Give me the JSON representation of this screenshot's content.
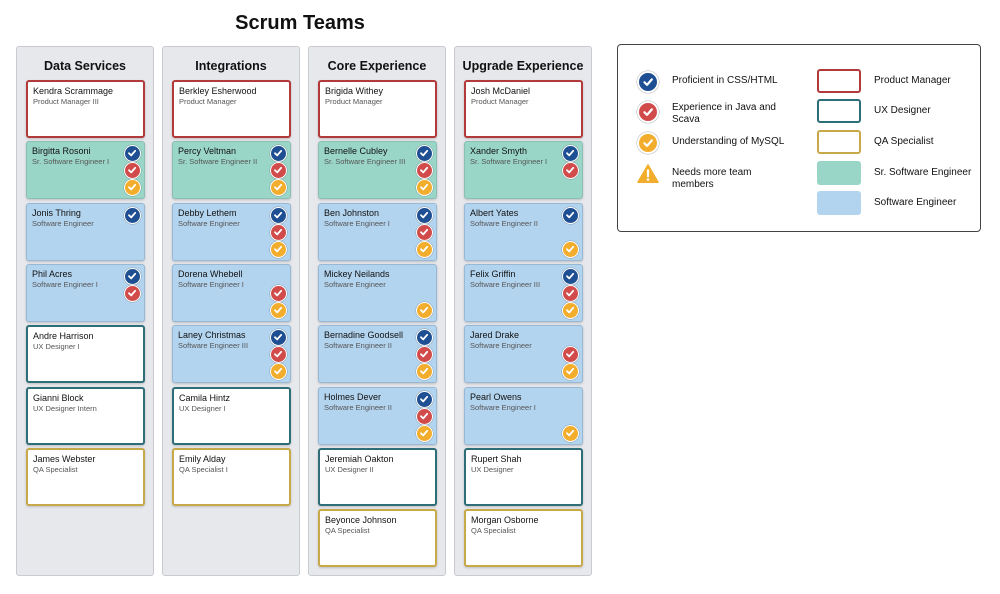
{
  "title": "Scrum Teams",
  "teams": [
    {
      "name": "Data Services",
      "members": [
        {
          "name": "Kendra Scrammage",
          "title": "Product Manager III",
          "role": "pm",
          "skills": []
        },
        {
          "name": "Birgitta Rosoni",
          "title": "Sr. Software Engineer I",
          "role": "sse",
          "skills": [
            "css",
            "java",
            "mysql"
          ]
        },
        {
          "name": "Jonis Thring",
          "title": "Software Engineer",
          "role": "se",
          "skills": [
            "css"
          ]
        },
        {
          "name": "Phil Acres",
          "title": "Software Engineer I",
          "role": "se",
          "skills": [
            "css",
            "java"
          ]
        },
        {
          "name": "Andre Harrison",
          "title": "UX Designer I",
          "role": "ux",
          "skills": []
        },
        {
          "name": "Gianni Block",
          "title": "UX Designer Intern",
          "role": "ux",
          "skills": []
        },
        {
          "name": "James Webster",
          "title": "QA Specialist",
          "role": "qa",
          "skills": []
        }
      ]
    },
    {
      "name": "Integrations",
      "members": [
        {
          "name": "Berkley Esherwood",
          "title": "Product Manager",
          "role": "pm",
          "skills": []
        },
        {
          "name": "Percy Veltman",
          "title": "Sr. Software Engineer II",
          "role": "sse",
          "skills": [
            "css",
            "java",
            "mysql"
          ]
        },
        {
          "name": "Debby Lethem",
          "title": "Software Engineer",
          "role": "se",
          "skills": [
            "css",
            "java",
            "mysql"
          ]
        },
        {
          "name": "Dorena Whebell",
          "title": "Software Engineer I",
          "role": "se",
          "skills": [
            "java",
            "mysql"
          ]
        },
        {
          "name": "Laney Christmas",
          "title": "Software Engineer III",
          "role": "se",
          "skills": [
            "css",
            "java",
            "mysql"
          ]
        },
        {
          "name": "Camila Hintz",
          "title": "UX Designer I",
          "role": "ux",
          "skills": []
        },
        {
          "name": "Emily Alday",
          "title": "QA Specialist I",
          "role": "qa",
          "skills": []
        }
      ]
    },
    {
      "name": "Core Experience",
      "members": [
        {
          "name": "Brigida Withey",
          "title": "Product Manager",
          "role": "pm",
          "skills": []
        },
        {
          "name": "Bernelle Cubley",
          "title": "Sr. Software Engineer III",
          "role": "sse",
          "skills": [
            "css",
            "java",
            "mysql"
          ]
        },
        {
          "name": "Ben Johnston",
          "title": "Software Engineer I",
          "role": "se",
          "skills": [
            "css",
            "java",
            "mysql"
          ]
        },
        {
          "name": "Mickey Neilands",
          "title": "Software Engineer",
          "role": "se",
          "skills": [
            "mysql"
          ]
        },
        {
          "name": "Bernadine Goodsell",
          "title": "Software Engineer II",
          "role": "se",
          "skills": [
            "css",
            "java",
            "mysql"
          ]
        },
        {
          "name": "Holmes Dever",
          "title": "Software Engineer II",
          "role": "se",
          "skills": [
            "css",
            "java",
            "mysql"
          ]
        },
        {
          "name": "Jeremiah Oakton",
          "title": "UX Designer II",
          "role": "ux",
          "skills": []
        },
        {
          "name": "Beyonce Johnson",
          "title": "QA Specialist",
          "role": "qa",
          "skills": []
        }
      ]
    },
    {
      "name": "Upgrade Experience",
      "members": [
        {
          "name": "Josh McDaniel",
          "title": "Product Manager",
          "role": "pm",
          "skills": []
        },
        {
          "name": "Xander Smyth",
          "title": "Sr. Software Engineer I",
          "role": "sse",
          "skills": [
            "css",
            "java"
          ]
        },
        {
          "name": "Albert Yates",
          "title": "Software Engineer II",
          "role": "se",
          "skills": [
            "css",
            "mysql"
          ]
        },
        {
          "name": "Felix Griffin",
          "title": "Software Engineer III",
          "role": "se",
          "skills": [
            "css",
            "java",
            "mysql"
          ]
        },
        {
          "name": "Jared Drake",
          "title": "Software Engineer",
          "role": "se",
          "skills": [
            "java",
            "mysql"
          ]
        },
        {
          "name": "Pearl Owens",
          "title": "Software Engineer I",
          "role": "se",
          "skills": [
            "mysql"
          ]
        },
        {
          "name": "Rupert Shah",
          "title": "UX Designer",
          "role": "ux",
          "skills": []
        },
        {
          "name": "Morgan Osborne",
          "title": "QA Specialist",
          "role": "qa",
          "skills": []
        }
      ]
    }
  ],
  "legend": {
    "skills": [
      {
        "key": "css",
        "label": "Proficient in CSS/HTML",
        "color": "#1f4f93",
        "icon": "check-icon"
      },
      {
        "key": "java",
        "label": "Experience in Java and Scava",
        "color": "#d24b4b",
        "icon": "check-icon"
      },
      {
        "key": "mysql",
        "label": "Understanding of MySQL",
        "color": "#f2ad2c",
        "icon": "check-icon"
      },
      {
        "key": "warning",
        "label": "Needs more team members",
        "color": "#f2ad2c",
        "icon": "warning-icon"
      }
    ],
    "roles": [
      {
        "key": "pm",
        "label": "Product Manager",
        "color": "#b23a3a"
      },
      {
        "key": "ux",
        "label": "UX Designer",
        "color": "#2e6e78"
      },
      {
        "key": "qa",
        "label": "QA Specialist",
        "color": "#c8a94a"
      },
      {
        "key": "sse",
        "label": "Sr. Software Engineer",
        "color": "#9ad6c8"
      },
      {
        "key": "se",
        "label": "Software Engineer",
        "color": "#b3d4ef"
      }
    ]
  }
}
